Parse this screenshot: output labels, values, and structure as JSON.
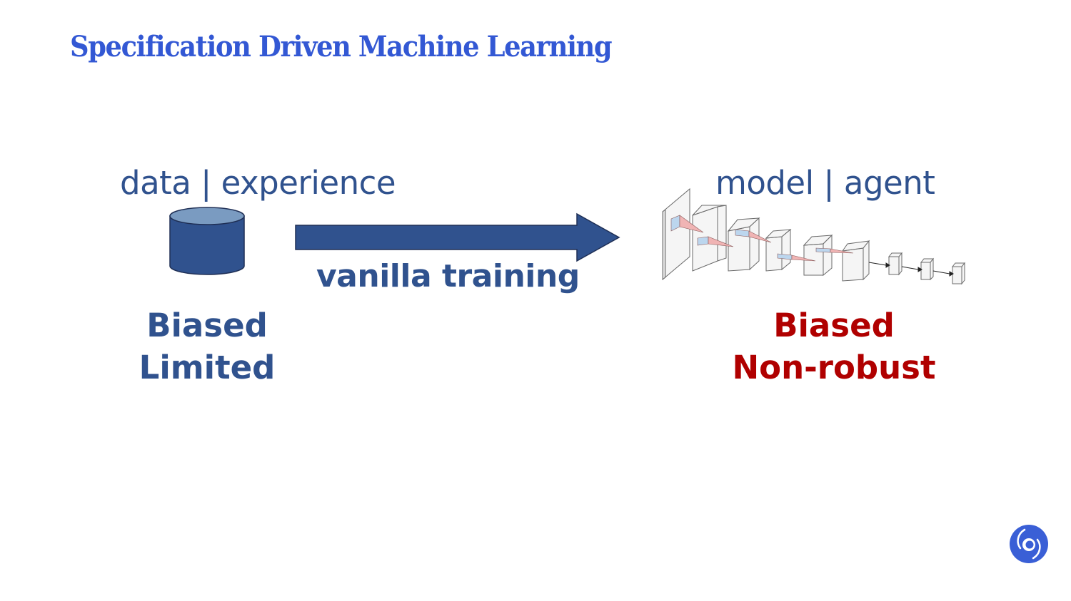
{
  "slide": {
    "title": "Specification Driven Machine Learning",
    "left": {
      "heading": "data | experience",
      "icon": "database-cylinder-icon",
      "properties": [
        "Biased",
        "Limited"
      ]
    },
    "arrow": {
      "icon": "right-arrow-icon",
      "label": "vanilla training"
    },
    "right": {
      "heading": "model | agent",
      "icon": "neural-network-diagram-icon",
      "properties": [
        "Biased",
        "Non-robust"
      ]
    },
    "logo": "deepmind-logo-icon"
  },
  "colors": {
    "title": "#3358d4",
    "text_blue": "#30528e",
    "text_red": "#b00000",
    "cylinder_body": "#30528e",
    "cylinder_top": "#7a9bc1",
    "logo": "#3a5fd6"
  }
}
